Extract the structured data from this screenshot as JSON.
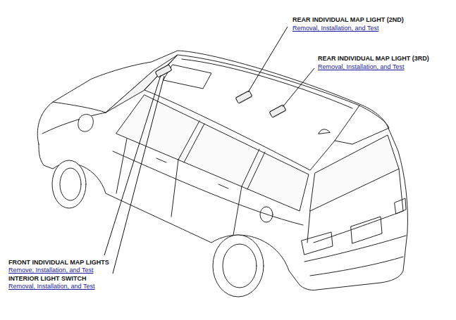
{
  "diagram": {
    "labels": [
      "REAR INDIVIDUAL MAP LIGHT (2ND)",
      "Removal, Installation, and Test",
      "REAR INDIVIDUAL MAP LIGHT (3RD)",
      "Removal, Installation, and Test",
      "FRONT INDIVIDUAL MAP LIGHTS",
      "Remove, Installation, and Test",
      "INTERIOR LIGHT SWITCH",
      "Removal, Installation, and Test"
    ]
  }
}
